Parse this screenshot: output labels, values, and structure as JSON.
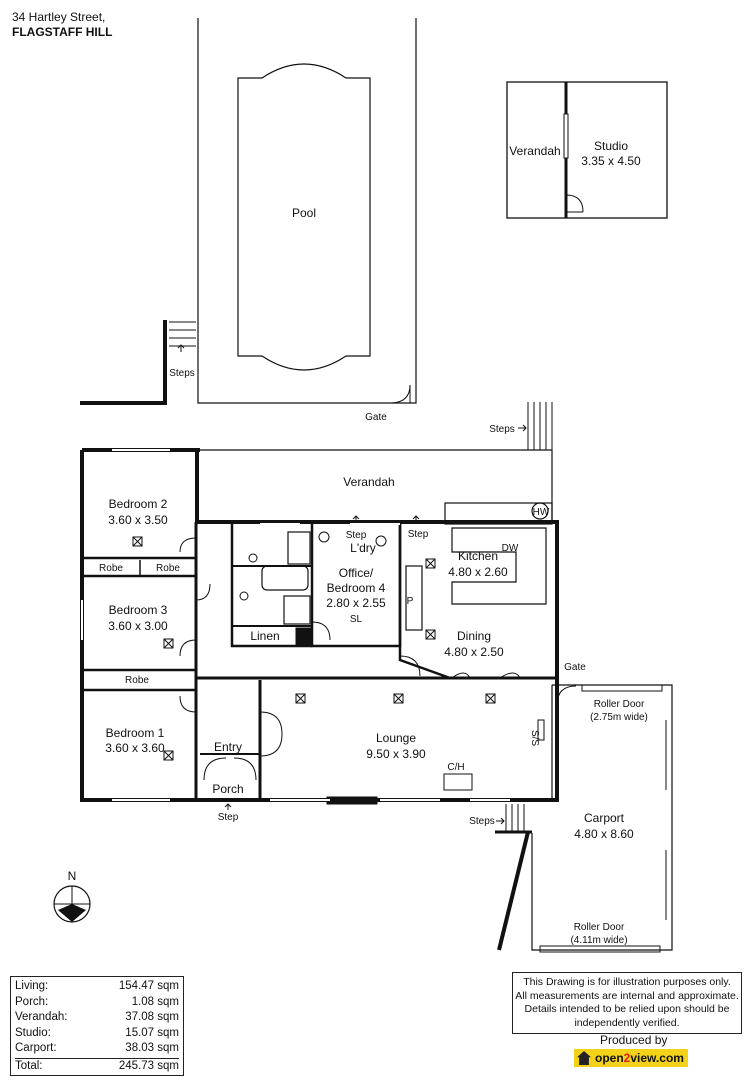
{
  "address": {
    "line1": "34 Hartley Street,",
    "line2": "FLAGSTAFF HILL"
  },
  "rooms": {
    "pool": "Pool",
    "steps_left": "Steps",
    "gate_top": "Gate",
    "studio_verandah": "Verandah",
    "studio": {
      "name": "Studio",
      "size": "3.35 x 4.50"
    },
    "steps_right": "Steps",
    "verandah": "Verandah",
    "hw": "HW",
    "bedroom2": {
      "name": "Bedroom 2",
      "size": "3.60 x 3.50"
    },
    "robe_a": "Robe",
    "robe_b": "Robe",
    "bedroom3": {
      "name": "Bedroom 3",
      "size": "3.60 x 3.00"
    },
    "robe_c": "Robe",
    "bedroom1": {
      "name": "Bedroom 1",
      "size": "3.60 x 3.60"
    },
    "step_ldry": "Step",
    "ldry": "L'dry",
    "step_kitchen": "Step",
    "kitchen": {
      "name": "Kitchen",
      "size": "4.80 x 2.60"
    },
    "dw": "DW",
    "office": {
      "name1": "Office/",
      "name2": "Bedroom 4",
      "size": "2.80 x 2.55"
    },
    "sl": "SL",
    "linen": "Linen",
    "pantry": "P",
    "dining": {
      "name": "Dining",
      "size": "4.80 x 2.50"
    },
    "gate_right": "Gate",
    "roller_door_top": {
      "name": "Roller Door",
      "size": "(2.75m wide)"
    },
    "lounge": {
      "name": "Lounge",
      "size": "9.50 x 3.90"
    },
    "ss": "S/S",
    "ch": "C/H",
    "entry": "Entry",
    "porch": "Porch",
    "step_porch": "Step",
    "steps_lounge": "Steps",
    "carport": {
      "name": "Carport",
      "size": "4.80 x 8.60"
    },
    "roller_door_bottom": {
      "name": "Roller Door",
      "size": "(4.11m wide)"
    },
    "north": "N"
  },
  "areas": [
    {
      "label": "Living:",
      "value": "154.47 sqm"
    },
    {
      "label": "Porch:",
      "value": "1.08 sqm"
    },
    {
      "label": "Verandah:",
      "value": "37.08 sqm"
    },
    {
      "label": "Studio:",
      "value": "15.07 sqm"
    },
    {
      "label": "Carport:",
      "value": "38.03 sqm"
    }
  ],
  "total": {
    "label": "Total:",
    "value": "245.73 sqm"
  },
  "disclaimer": [
    "This Drawing is for illustration purposes only.",
    "All measurements are internal and  approximate.",
    "Details intended to be relied upon should be",
    "independently verified."
  ],
  "produced_by": "Produced by",
  "brand": {
    "prefix": "open",
    "accent": "2",
    "suffix": "view.com"
  }
}
